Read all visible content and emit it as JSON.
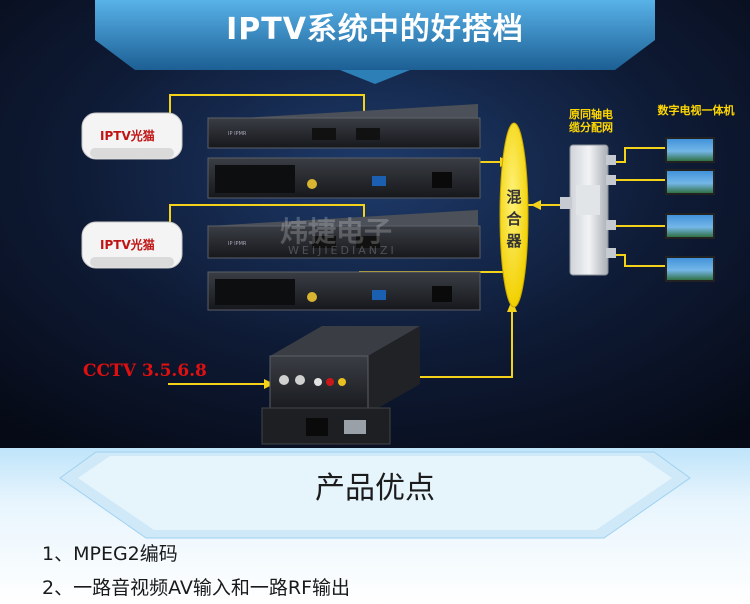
{
  "title": "IPTV系统中的好搭档",
  "section_title": "产品优点",
  "features": [
    "1、MPEG2编码",
    "2、一路音视频AV输入和一路RF输出"
  ],
  "labels": {
    "mixer": "混合器",
    "splitter": "原同轴电缆分配网",
    "tv": "数字电视一体机",
    "cctv": "CCTV 3.5.6.8",
    "modem_1": "IPTV光猫",
    "modem_2": "IPTV光猫",
    "watermark": "炜捷电子",
    "watermark_sub": "WEIJIEDIANZI"
  },
  "colors": {
    "accent_cable": "#f5d21a",
    "mixer": "#f8e81c",
    "banner": "#3a92c9",
    "cctv": "#e01010"
  }
}
